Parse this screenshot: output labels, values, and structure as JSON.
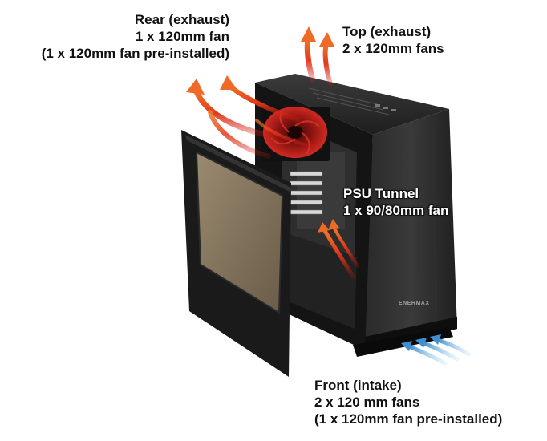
{
  "labels": {
    "rear": {
      "line1": "Rear (exhaust)",
      "line2": "1 x 120mm fan",
      "line3": "(1 x 120mm fan pre-installed)"
    },
    "top": {
      "line1": "Top (exhaust)",
      "line2": "2 x 120mm fans"
    },
    "psu": {
      "line1": "PSU Tunnel",
      "line2": "1 x 90/80mm fan"
    },
    "front": {
      "line1": "Front (intake)",
      "line2": "2 x 120 mm fans",
      "line3": "(1 x 120mm fan pre-installed)"
    }
  },
  "brand": {
    "text": "ENERMAX"
  },
  "colors": {
    "exhaust_arrow": "#e8531f",
    "intake_arrow": "#6fb6e6",
    "fan_red": "#c0201c",
    "case_dark": "#1c1c1c",
    "window_tint": "#8a7a63"
  }
}
